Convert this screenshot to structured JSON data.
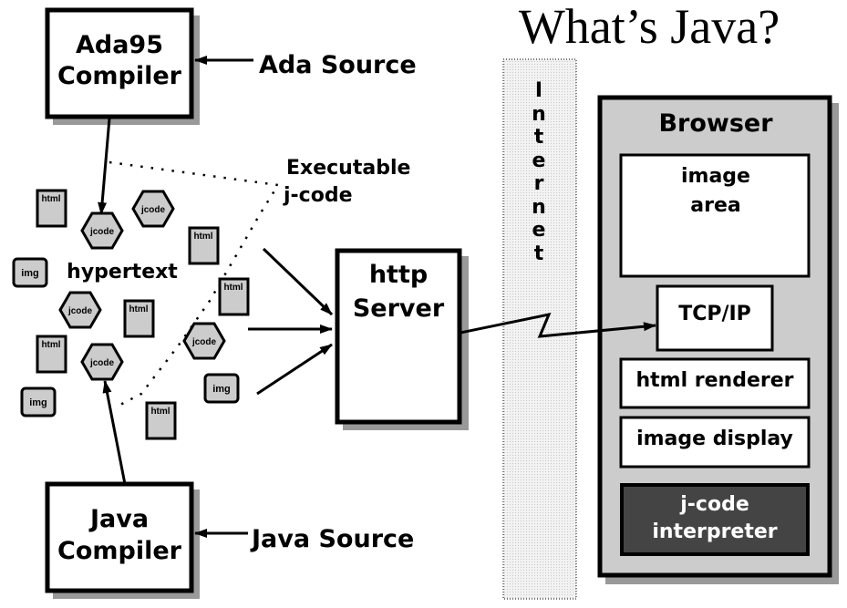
{
  "title": "What’s Java?",
  "colors": {
    "box_fill": "#ffffff",
    "shadow": "#999999",
    "icon_fill": "#cccccc",
    "browser_fill": "#cccccc",
    "internet_fill": "#eeeeee",
    "interpreter_fill": "#444444",
    "stroke": "#000000"
  },
  "ada_compiler": {
    "line1": "Ada95",
    "line2": "Compiler"
  },
  "ada_source": "Ada Source",
  "java_compiler": {
    "line1": "Java",
    "line2": "Compiler"
  },
  "java_source": "Java Source",
  "executable": {
    "line1": "Executable",
    "line2": "j-code"
  },
  "hypertext": "hypertext",
  "icons": {
    "html": "html",
    "jcode": "jcode",
    "img": "img"
  },
  "server": {
    "line1": "http",
    "line2": "Server"
  },
  "internet": [
    "I",
    "n",
    "t",
    "e",
    "r",
    "n",
    "e",
    "t"
  ],
  "browser": {
    "title": "Browser",
    "image_area": {
      "line1": "image",
      "line2": "area"
    },
    "tcpip": "TCP/IP",
    "html_renderer": "html renderer",
    "image_display": "image display",
    "interpreter": {
      "line1": "j-code",
      "line2": "interpreter"
    }
  }
}
